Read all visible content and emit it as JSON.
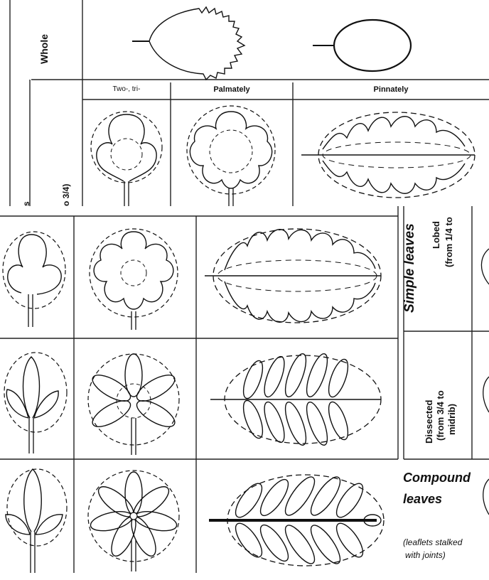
{
  "top": {
    "row_label_whole": "Whole",
    "col_two_tri": "Two-, tri-",
    "col_palmately": "Palmately",
    "col_pinnately": "Pinnately",
    "cut_label_1": "s",
    "cut_label_2": "o 3/4)"
  },
  "side": {
    "simple_leaves": "Simple leaves",
    "lobed": "Lobed",
    "lobed_range": "(from 1/4 to",
    "dissected": "Dissected",
    "dissected_range_1": "(from 3/4 to",
    "dissected_range_2": "midrib)",
    "compound_1": "Compound",
    "compound_2": "leaves",
    "compound_note_1": "(leaflets stalked",
    "compound_note_2": "with joints)"
  }
}
